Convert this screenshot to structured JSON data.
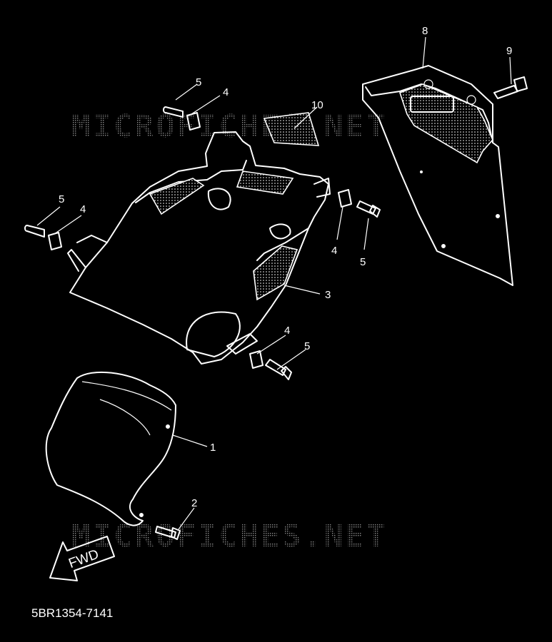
{
  "diagram": {
    "code": "5BR1354-7141",
    "direction_label": "FWD",
    "watermarks": [
      "MICROFICHES.NET",
      "MICROFICHES.NET"
    ],
    "callouts": [
      {
        "id": "c1",
        "text": "1"
      },
      {
        "id": "c2",
        "text": "2"
      },
      {
        "id": "c3",
        "text": "3"
      },
      {
        "id": "c4a",
        "text": "4"
      },
      {
        "id": "c4b",
        "text": "4"
      },
      {
        "id": "c4c",
        "text": "4"
      },
      {
        "id": "c4d",
        "text": "4"
      },
      {
        "id": "c5a",
        "text": "5"
      },
      {
        "id": "c5b",
        "text": "5"
      },
      {
        "id": "c5c",
        "text": "5"
      },
      {
        "id": "c5d",
        "text": "5"
      },
      {
        "id": "c8",
        "text": "8"
      },
      {
        "id": "c9",
        "text": "9"
      },
      {
        "id": "c10",
        "text": "10"
      }
    ]
  }
}
